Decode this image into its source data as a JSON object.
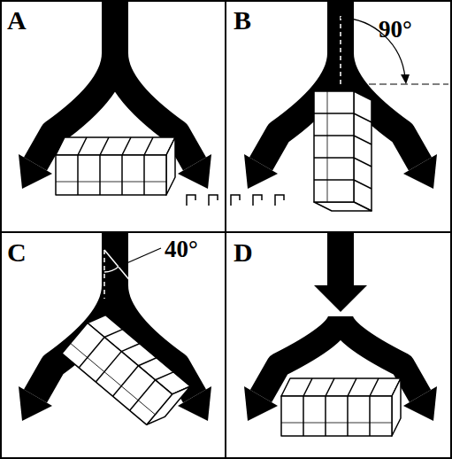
{
  "diagram": {
    "labels": [
      "A",
      "B",
      "90°",
      "C",
      "40°",
      "D"
    ]
  }
}
